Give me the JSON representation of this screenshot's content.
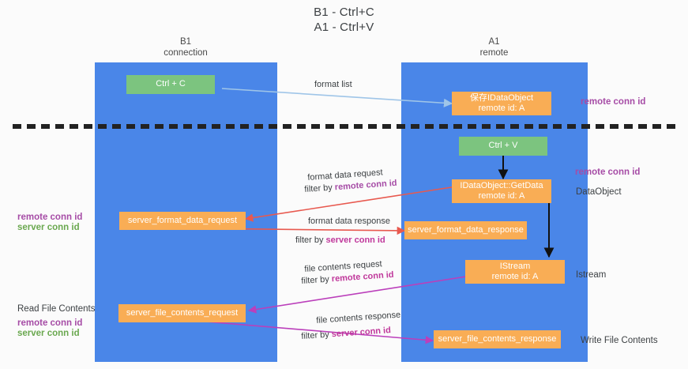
{
  "title": {
    "line1": "B1 - Ctrl+C",
    "line2": "A1 - Ctrl+V"
  },
  "columns": [
    {
      "name": "B1",
      "role": "connection"
    },
    {
      "name": "A1",
      "role": "remote"
    }
  ],
  "nodes": {
    "ctrl_c": {
      "label": "Ctrl + C"
    },
    "ctrl_v": {
      "label": "Ctrl + V"
    },
    "save_dataobject": {
      "line1": "保存IDataObject",
      "line2": "remote id: A"
    },
    "getdata": {
      "line1": "IDataObject::GetData",
      "line2": "remote id: A"
    },
    "istream": {
      "line1": "IStream",
      "line2": "remote id: A"
    },
    "server_format_data_request": {
      "label": "server_format_data_request"
    },
    "server_format_data_response": {
      "label": "server_format_data_response"
    },
    "server_file_contents_request": {
      "label": "server_file_contents_request"
    },
    "server_file_contents_response": {
      "label": "server_file_contents_response"
    }
  },
  "arrow_labels": {
    "format_list": "format list",
    "format_data_request": "format data request",
    "format_data_request_filter_prefix": "filter by ",
    "format_data_request_filter_key": "remote conn id",
    "format_data_response": "format data response",
    "format_data_response_filter_prefix": "filter by ",
    "format_data_response_filter_key": "server conn id",
    "file_contents_request": "file contents request",
    "file_contents_request_filter_prefix": "filter by ",
    "file_contents_request_filter_key": "remote conn id",
    "file_contents_response": "file contents response",
    "file_contents_response_filter_prefix": "filter by ",
    "file_contents_response_filter_key": "server conn id"
  },
  "right_labels": {
    "remote_conn_id_top": "remote conn id",
    "remote_conn_id_mid": "remote conn id",
    "dataobject": "DataObject",
    "istream": "Istream",
    "write_file_contents": "Write File Contents"
  },
  "left_labels": {
    "remote_conn_id_mid": "remote conn id",
    "server_conn_id_mid": "server conn id",
    "read_file_contents": "Read File Contents",
    "remote_conn_id_bot": "remote conn id",
    "server_conn_id_bot": "server conn id"
  },
  "colors": {
    "lane": "#4a86e8",
    "green_node": "#7cc47f",
    "orange_node": "#f9ad55",
    "purple": "#a64ca6",
    "green_text": "#6aa84f",
    "magenta": "#c0389b",
    "red_arrow": "#e8594f",
    "blue_arrow": "#9fc5e8",
    "black_arrow": "#000000",
    "divider": "#222222",
    "background": "#fbfbfb"
  }
}
